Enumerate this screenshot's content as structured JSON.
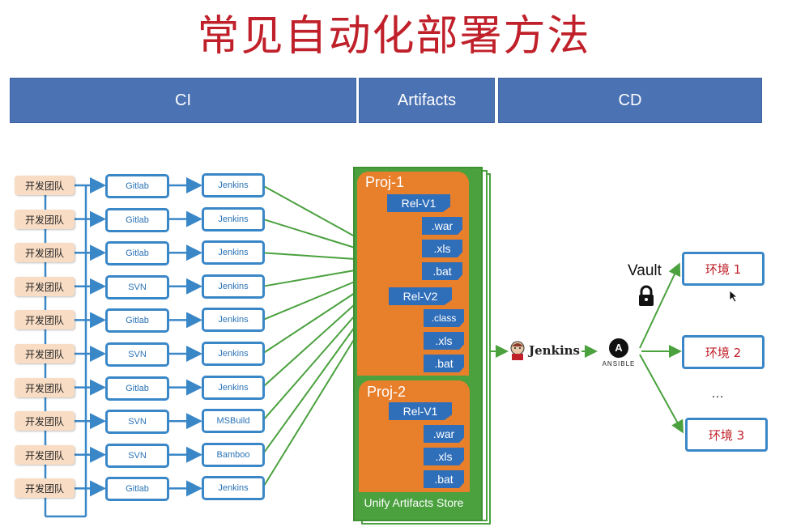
{
  "title": "常见自动化部署方法",
  "headers": {
    "ci": "CI",
    "artifacts": "Artifacts",
    "cd": "CD"
  },
  "teams": [
    "开发团队",
    "开发团队",
    "开发团队",
    "开发团队",
    "开发团队",
    "开发团队",
    "开发团队",
    "开发团队",
    "开发团队",
    "开发团队"
  ],
  "scm": [
    "Gitlab",
    "Gitlab",
    "Gitlab",
    "SVN",
    "Gitlab",
    "SVN",
    "Gitlab",
    "SVN",
    "SVN",
    "Gitlab"
  ],
  "ci_tools": [
    "Jenkins",
    "Jenkins",
    "Jenkins",
    "Jenkins",
    "Jenkins",
    "Jenkins",
    "Jenkins",
    "MSBuild",
    "Bamboo",
    "Jenkins"
  ],
  "store": {
    "label": "Unify Artifacts Store",
    "proj1": {
      "name": "Proj-1",
      "rel1": "Rel-V1",
      "rel1_files": [
        ".war",
        ".xls",
        ".bat"
      ],
      "rel2": "Rel-V2",
      "rel2_files": [
        ".class",
        ".xls",
        ".bat"
      ]
    },
    "proj2": {
      "name": "Proj-2",
      "rel1": "Rel-V1",
      "rel1_files": [
        ".war",
        ".xls",
        ".bat"
      ]
    }
  },
  "cd": {
    "jenkins_label": "Jenkins",
    "ansible_label": "ANSIBLE",
    "ansible_glyph": "A",
    "vault_label": "Vault",
    "envs": [
      "环境 1",
      "环境 2",
      "环境 3"
    ],
    "ellipsis": "…"
  },
  "colors": {
    "title": "#c0202a",
    "header": "#4b72b3",
    "line_blue": "#3a87c8",
    "line_green": "#4aa13e",
    "orange": "#e87f2b",
    "file_blue": "#2f6eb9"
  }
}
